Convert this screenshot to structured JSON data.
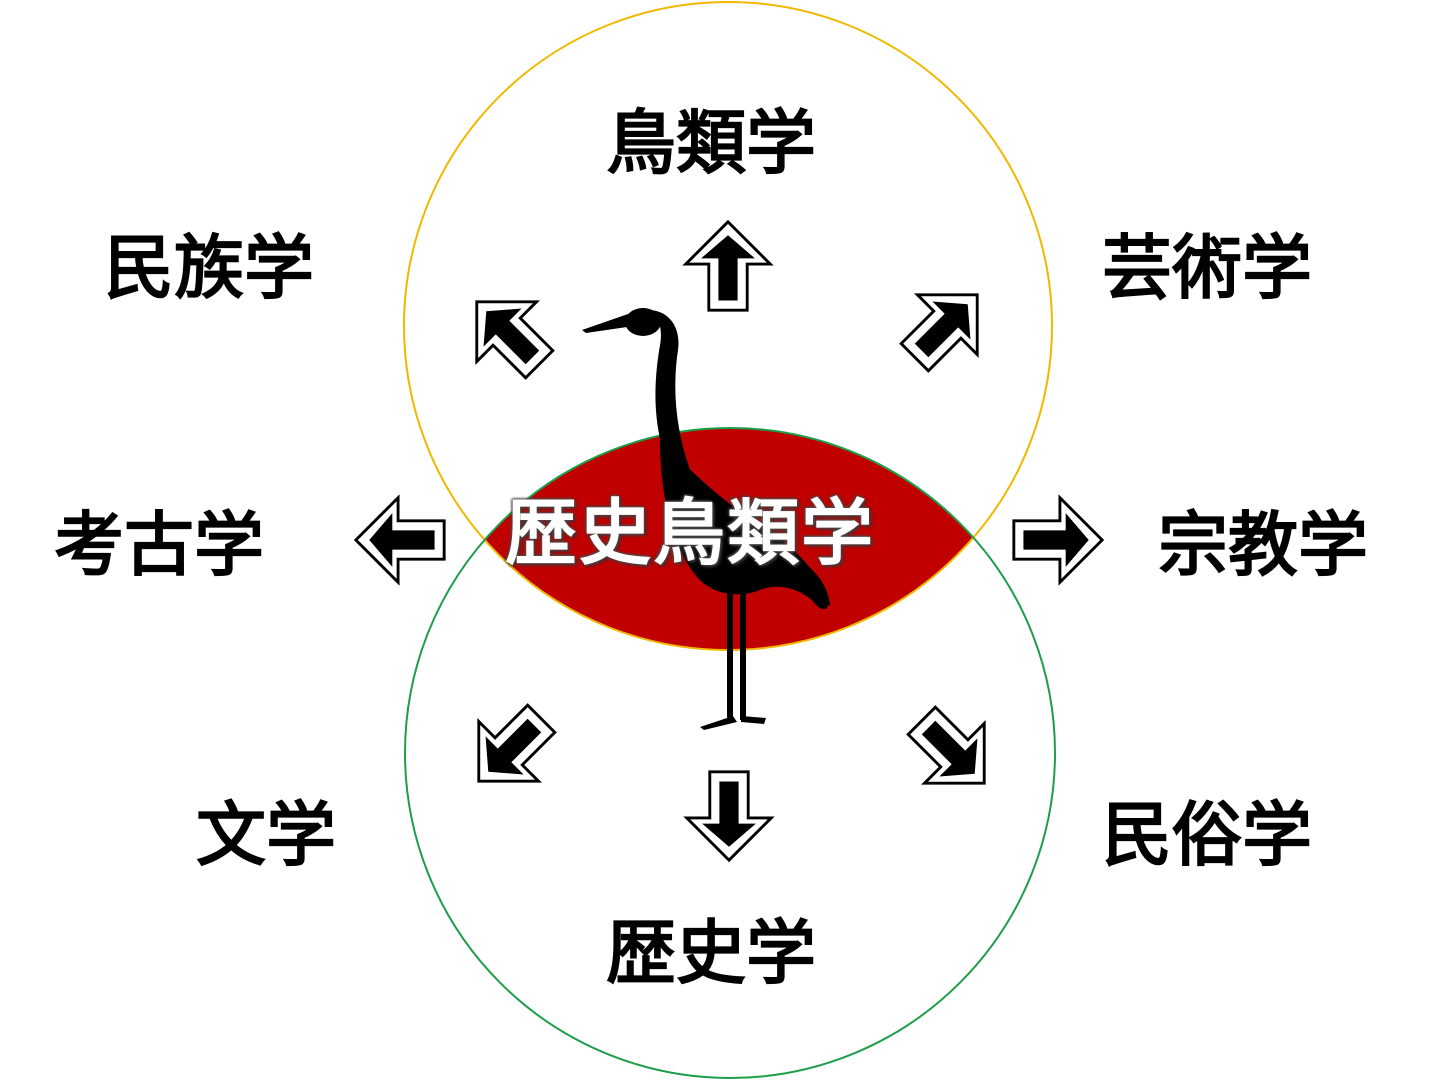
{
  "diagram": {
    "center_label": "歴史鳥類学",
    "circles": [
      {
        "role": "top",
        "color": "#f1b800"
      },
      {
        "role": "bottom",
        "color": "#1e9e4a"
      }
    ],
    "overlap_color": "#c00000",
    "fields": {
      "top": "鳥類学",
      "top_left": "民族学",
      "top_right": "芸術学",
      "left": "考古学",
      "right": "宗教学",
      "bottom_left": "文学",
      "bottom_right": "民俗学",
      "bottom": "歴史学"
    },
    "icons": {
      "center": "crane-silhouette-icon",
      "arrow": "outlined-arrow-icon"
    }
  }
}
